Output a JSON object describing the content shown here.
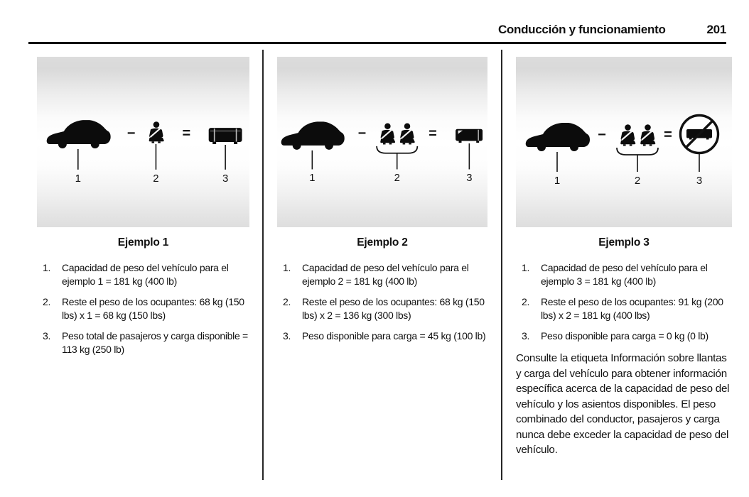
{
  "header": {
    "section_title": "Conducción y funcionamiento",
    "page_number": "201"
  },
  "signs": {
    "minus": "−",
    "equals": "="
  },
  "columns": [
    {
      "example_title": "Ejemplo 1",
      "diagram": {
        "labels": [
          "1",
          "2",
          "3"
        ]
      },
      "items": [
        {
          "num": "1.",
          "text": "Capacidad de peso del vehículo para el ejemplo 1 = 181 kg (400 lb)"
        },
        {
          "num": "2.",
          "text": "Reste el peso de los ocupantes: 68 kg (150 lbs) x 1 = 68 kg (150 lbs)"
        },
        {
          "num": "3.",
          "text": "Peso total de pasajeros y carga disponible = 113 kg (250 lb)"
        }
      ]
    },
    {
      "example_title": "Ejemplo 2",
      "diagram": {
        "labels": [
          "1",
          "2",
          "3"
        ]
      },
      "items": [
        {
          "num": "1.",
          "text": "Capacidad de peso del vehículo para el ejemplo 2 = 181 kg (400 lb)"
        },
        {
          "num": "2.",
          "text": "Reste el peso de los ocupantes: 68 kg (150 lbs) x 2 = 136 kg (300 lbs)"
        },
        {
          "num": "3.",
          "text": "Peso disponible para carga = 45 kg (100 lb)"
        }
      ]
    },
    {
      "example_title": "Ejemplo 3",
      "diagram": {
        "labels": [
          "1",
          "2",
          "3"
        ]
      },
      "items": [
        {
          "num": "1.",
          "text": "Capacidad de peso del vehículo para el ejemplo 3 = 181 kg (400 lb)"
        },
        {
          "num": "2.",
          "text": "Reste el peso de los ocupantes: 91 kg (200 lbs) x 2 = 181 kg (400 lbs)"
        },
        {
          "num": "3.",
          "text": "Peso disponible para carga = 0 kg (0 lb)"
        }
      ],
      "note": "Consulte la etiqueta Información sobre llantas y carga del vehículo para obtener información específica acerca de la capacidad de peso del vehículo y los asientos disponibles. El peso combinado del conductor, pasajeros y carga nunca debe exceder la capacidad de peso del vehículo."
    }
  ]
}
